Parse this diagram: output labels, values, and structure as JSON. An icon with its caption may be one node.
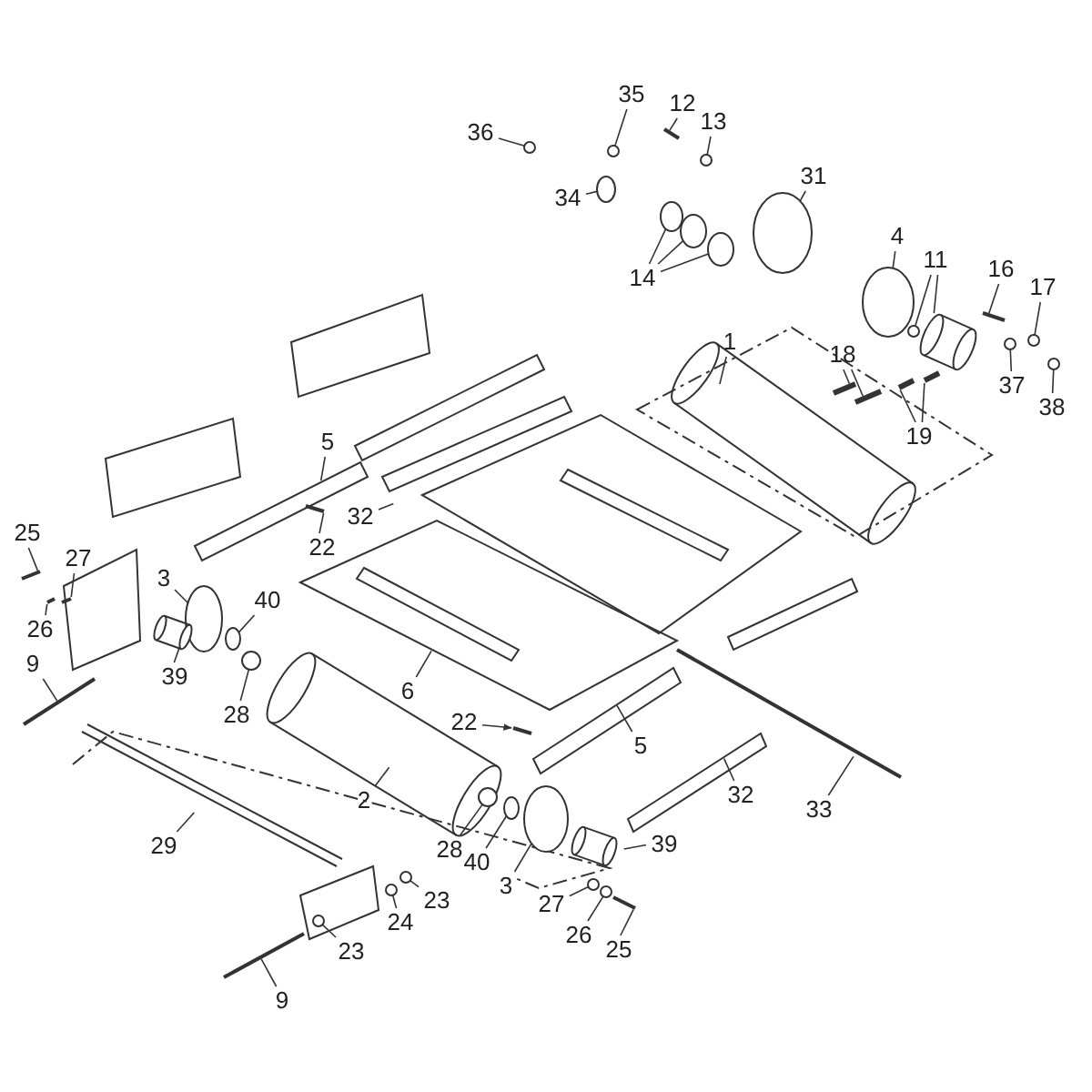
{
  "diagram": {
    "nodes": [
      {
        "text": [
          "36"
        ]
      },
      {
        "text": [
          "35"
        ]
      },
      {
        "text": [
          "12"
        ]
      },
      {
        "text": [
          "13"
        ]
      },
      {
        "text": [
          "34"
        ]
      },
      {
        "text": [
          "14"
        ]
      },
      {
        "text": [
          "31"
        ]
      },
      {
        "text": [
          "4"
        ]
      },
      {
        "text": [
          "11"
        ]
      },
      {
        "text": [
          "16"
        ]
      },
      {
        "text": [
          "17"
        ]
      },
      {
        "text": [
          "18"
        ]
      },
      {
        "text": [
          "19"
        ]
      },
      {
        "text": [
          "37"
        ]
      },
      {
        "text": [
          "38"
        ]
      },
      {
        "text": [
          "1"
        ]
      },
      {
        "text": [
          "5"
        ]
      },
      {
        "text": [
          "22"
        ]
      },
      {
        "text": [
          "32"
        ]
      },
      {
        "text": [
          "25"
        ]
      },
      {
        "text": [
          "27"
        ]
      },
      {
        "text": [
          "26"
        ]
      },
      {
        "text": [
          "3"
        ]
      },
      {
        "text": [
          "40"
        ]
      },
      {
        "text": [
          "39"
        ]
      },
      {
        "text": [
          "9"
        ]
      },
      {
        "text": [
          "28"
        ]
      },
      {
        "text": [
          "6"
        ]
      },
      {
        "text": [
          "22"
        ]
      },
      {
        "text": [
          "5"
        ]
      },
      {
        "text": [
          "2"
        ]
      },
      {
        "text": [
          "28"
        ]
      },
      {
        "text": [
          "40"
        ]
      },
      {
        "text": [
          "3"
        ]
      },
      {
        "text": [
          "39"
        ]
      },
      {
        "text": [
          "32"
        ]
      },
      {
        "text": [
          "33"
        ]
      },
      {
        "text": [
          "29"
        ]
      },
      {
        "text": [
          "24"
        ]
      },
      {
        "text": [
          "23"
        ]
      },
      {
        "text": [
          "23"
        ]
      },
      {
        "text": [
          "9"
        ]
      },
      {
        "text": [
          "27"
        ]
      },
      {
        "text": [
          "26"
        ]
      },
      {
        "text": [
          "25"
        ]
      },
      {
        "text": [],
        "shape": "circle"
      },
      {
        "text": [],
        "shape": "circle"
      },
      {
        "text": [],
        "shape": "bar"
      },
      {
        "text": [],
        "shape": "circle"
      },
      {
        "text": [],
        "shape": "ellipse"
      },
      {
        "text": [],
        "shape": "ellipse"
      },
      {
        "text": [],
        "shape": "ellipse"
      },
      {
        "text": [],
        "shape": "ellipse"
      },
      {
        "text": [],
        "shape": "ellipse"
      },
      {
        "text": [],
        "shape": "ellipse"
      },
      {
        "text": [],
        "shape": "circle"
      },
      {
        "text": [],
        "shape": "cylinder"
      },
      {
        "text": [],
        "shape": "bar"
      },
      {
        "text": [],
        "shape": "circle"
      },
      {
        "text": [],
        "shape": "bar"
      },
      {
        "text": [],
        "shape": "bar"
      },
      {
        "text": [],
        "shape": "bar"
      },
      {
        "text": [],
        "shape": "bar"
      },
      {
        "text": [],
        "shape": "circle"
      },
      {
        "text": [],
        "shape": "circle"
      },
      {
        "text": [],
        "shape": "bar"
      },
      {
        "text": [],
        "shape": "bar"
      },
      {
        "text": [],
        "shape": "bar"
      },
      {
        "text": [],
        "shape": "bar"
      },
      {
        "text": [],
        "shape": "ellipse"
      },
      {
        "text": [],
        "shape": "ellipse"
      },
      {
        "text": [],
        "shape": "cylinder"
      },
      {
        "text": [],
        "shape": "bar"
      },
      {
        "text": [],
        "shape": "circle"
      },
      {
        "text": [],
        "shape": "bar"
      },
      {
        "text": [],
        "shape": "circle"
      },
      {
        "text": [],
        "shape": "ellipse"
      },
      {
        "text": [],
        "shape": "ellipse"
      },
      {
        "text": [],
        "shape": "cylinder"
      },
      {
        "text": [],
        "shape": "circle"
      },
      {
        "text": [],
        "shape": "circle"
      },
      {
        "text": [],
        "shape": "circle"
      },
      {
        "text": [],
        "shape": "bar"
      },
      {
        "text": [],
        "shape": "circle"
      },
      {
        "text": [],
        "shape": "circle"
      },
      {
        "text": [],
        "shape": "bar"
      }
    ],
    "edges": [
      {
        "from": 0,
        "to": 45,
        "arrow": "none"
      },
      {
        "from": 1,
        "to": 46,
        "arrow": "none"
      },
      {
        "from": 2,
        "to": 47,
        "arrow": "none"
      },
      {
        "from": 3,
        "to": 48,
        "arrow": "none"
      },
      {
        "from": 4,
        "to": 49,
        "arrow": "none"
      },
      {
        "from": 5,
        "to": 50,
        "arrow": "none"
      },
      {
        "from": 5,
        "to": 51,
        "arrow": "none"
      },
      {
        "from": 5,
        "to": 52,
        "arrow": "none"
      },
      {
        "from": 6,
        "to": 53,
        "arrow": "none"
      },
      {
        "from": 7,
        "to": 54,
        "arrow": "none"
      },
      {
        "from": 8,
        "to": 55,
        "arrow": "none"
      },
      {
        "from": 8,
        "to": 56,
        "arrow": "none"
      },
      {
        "from": 9,
        "to": 57,
        "arrow": "none"
      },
      {
        "from": 10,
        "to": 58,
        "arrow": "none"
      },
      {
        "from": 11,
        "to": 59,
        "arrow": "none"
      },
      {
        "from": 11,
        "to": 60,
        "arrow": "none"
      },
      {
        "from": 12,
        "to": 61,
        "arrow": "none"
      },
      {
        "from": 12,
        "to": 62,
        "arrow": "none"
      },
      {
        "from": 13,
        "to": 63,
        "arrow": "none"
      },
      {
        "from": 14,
        "to": 64,
        "arrow": "none"
      },
      {
        "from": 15,
        "to": null,
        "arrow": "none"
      },
      {
        "from": 16,
        "to": null,
        "arrow": "none"
      },
      {
        "from": 17,
        "to": 65,
        "arrow": "none"
      },
      {
        "from": 18,
        "to": null,
        "arrow": "none"
      },
      {
        "from": 19,
        "to": 66,
        "arrow": "none"
      },
      {
        "from": 20,
        "to": 67,
        "arrow": "none"
      },
      {
        "from": 21,
        "to": 68,
        "arrow": "none"
      },
      {
        "from": 22,
        "to": 69,
        "arrow": "none"
      },
      {
        "from": 23,
        "to": 70,
        "arrow": "none"
      },
      {
        "from": 24,
        "to": 71,
        "arrow": "none"
      },
      {
        "from": 25,
        "to": 72,
        "arrow": "none"
      },
      {
        "from": 26,
        "to": 73,
        "arrow": "none"
      },
      {
        "from": 27,
        "to": null,
        "arrow": "none"
      },
      {
        "from": 28,
        "to": 74,
        "arrow": "to"
      },
      {
        "from": 29,
        "to": null,
        "arrow": "none"
      },
      {
        "from": 30,
        "to": null,
        "arrow": "none"
      },
      {
        "from": 31,
        "to": 75,
        "arrow": "none"
      },
      {
        "from": 32,
        "to": 76,
        "arrow": "none"
      },
      {
        "from": 33,
        "to": 77,
        "arrow": "none"
      },
      {
        "from": 34,
        "to": 78,
        "arrow": "none"
      },
      {
        "from": 35,
        "to": null,
        "arrow": "none"
      },
      {
        "from": 36,
        "to": null,
        "arrow": "none"
      },
      {
        "from": 37,
        "to": null,
        "arrow": "none"
      },
      {
        "from": 38,
        "to": 79,
        "arrow": "none"
      },
      {
        "from": 39,
        "to": 80,
        "arrow": "none"
      },
      {
        "from": 40,
        "to": 81,
        "arrow": "none"
      },
      {
        "from": 41,
        "to": 82,
        "arrow": "none"
      },
      {
        "from": 42,
        "to": 83,
        "arrow": "none"
      },
      {
        "from": 43,
        "to": 84,
        "arrow": "none"
      },
      {
        "from": 44,
        "to": 85,
        "arrow": "none"
      }
    ]
  }
}
